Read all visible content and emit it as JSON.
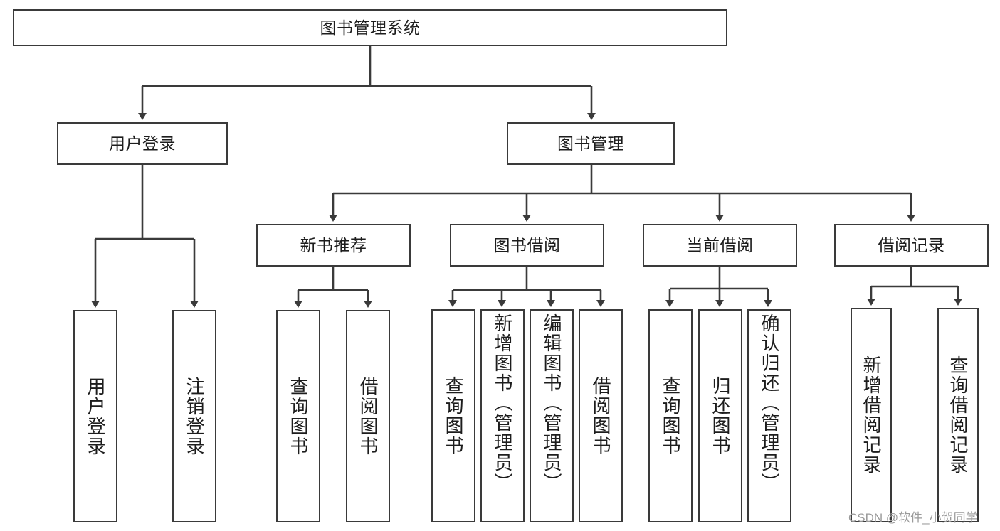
{
  "diagram": {
    "title": "图书管理系统",
    "type": "function-structure-tree",
    "orientation": "top-down",
    "colors": {
      "node_border": "#3a3a3a",
      "node_fill": "#ffffff",
      "edge": "#3a3a3a",
      "text": "#1d1d1d",
      "watermark": "#9a9a9a",
      "background": "#ffffff"
    }
  },
  "nodes": {
    "root": {
      "label": "图书管理系统",
      "level": 0,
      "orientation": "horizontal"
    },
    "level1": [
      {
        "id": "user-login",
        "label": "用户登录",
        "orientation": "horizontal"
      },
      {
        "id": "book-management",
        "label": "图书管理",
        "orientation": "horizontal"
      }
    ],
    "level2": [
      {
        "id": "new-book-recommend",
        "label": "新书推荐",
        "orientation": "horizontal",
        "parent": "book-management"
      },
      {
        "id": "book-borrow",
        "label": "图书借阅",
        "orientation": "horizontal",
        "parent": "book-management"
      },
      {
        "id": "current-borrow",
        "label": "当前借阅",
        "orientation": "horizontal",
        "parent": "book-management"
      },
      {
        "id": "borrow-record",
        "label": "借阅记录",
        "orientation": "horizontal",
        "parent": "book-management"
      }
    ],
    "leaves": [
      {
        "id": "leaf-user-login",
        "label": "用户登录",
        "parent": "user-login",
        "orientation": "vertical"
      },
      {
        "id": "leaf-user-logout",
        "label": "注销登录",
        "parent": "user-login",
        "orientation": "vertical"
      },
      {
        "id": "leaf-query-book-1",
        "label": "查询图书",
        "parent": "new-book-recommend",
        "orientation": "vertical"
      },
      {
        "id": "leaf-borrow-book-1",
        "label": "借阅图书",
        "parent": "new-book-recommend",
        "orientation": "vertical"
      },
      {
        "id": "leaf-query-book-2",
        "label": "查询图书",
        "parent": "book-borrow",
        "orientation": "vertical"
      },
      {
        "id": "leaf-add-book",
        "label": "新增图书（管理员）",
        "parent": "book-borrow",
        "orientation": "vertical"
      },
      {
        "id": "leaf-edit-book",
        "label": "编辑图书（管理员）",
        "parent": "book-borrow",
        "orientation": "vertical"
      },
      {
        "id": "leaf-borrow-book-2",
        "label": "借阅图书",
        "parent": "book-borrow",
        "orientation": "vertical"
      },
      {
        "id": "leaf-query-book-3",
        "label": "查询图书",
        "parent": "current-borrow",
        "orientation": "vertical"
      },
      {
        "id": "leaf-return-book",
        "label": "归还图书",
        "parent": "current-borrow",
        "orientation": "vertical"
      },
      {
        "id": "leaf-confirm-return",
        "label": "确认归还（管理员）",
        "parent": "current-borrow",
        "orientation": "vertical"
      },
      {
        "id": "leaf-add-record",
        "label": "新增借阅记录",
        "parent": "borrow-record",
        "orientation": "vertical"
      },
      {
        "id": "leaf-query-record",
        "label": "查询借阅记录",
        "parent": "borrow-record",
        "orientation": "vertical"
      }
    ]
  },
  "watermark": {
    "text": "CSDN @软件_小贺同学"
  }
}
